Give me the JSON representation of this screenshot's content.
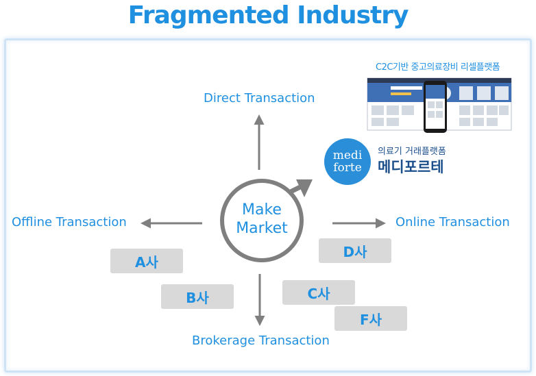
{
  "title": "Fragmented Industry",
  "center": {
    "line1": "Make",
    "line2": "Market"
  },
  "directions": {
    "top": "Direct Transaction",
    "left": "Offline Transaction",
    "right": "Online Transaction",
    "bottom": "Brokerage Transaction"
  },
  "companies": [
    "A사",
    "B사",
    "C사",
    "D사",
    "F사"
  ],
  "promo": {
    "caption": "C2C기반 중고의료장비 리셀플랫폼",
    "logo_line1": "medi",
    "logo_line2": "forte",
    "tagline": "의료기 거래플랫폼",
    "brand_name": "메디포르테"
  },
  "colors": {
    "accent": "#1f8fe0",
    "arrow": "#7f7f7f",
    "company_box": "#d9d9d9",
    "brand": "#1b4f8c"
  }
}
